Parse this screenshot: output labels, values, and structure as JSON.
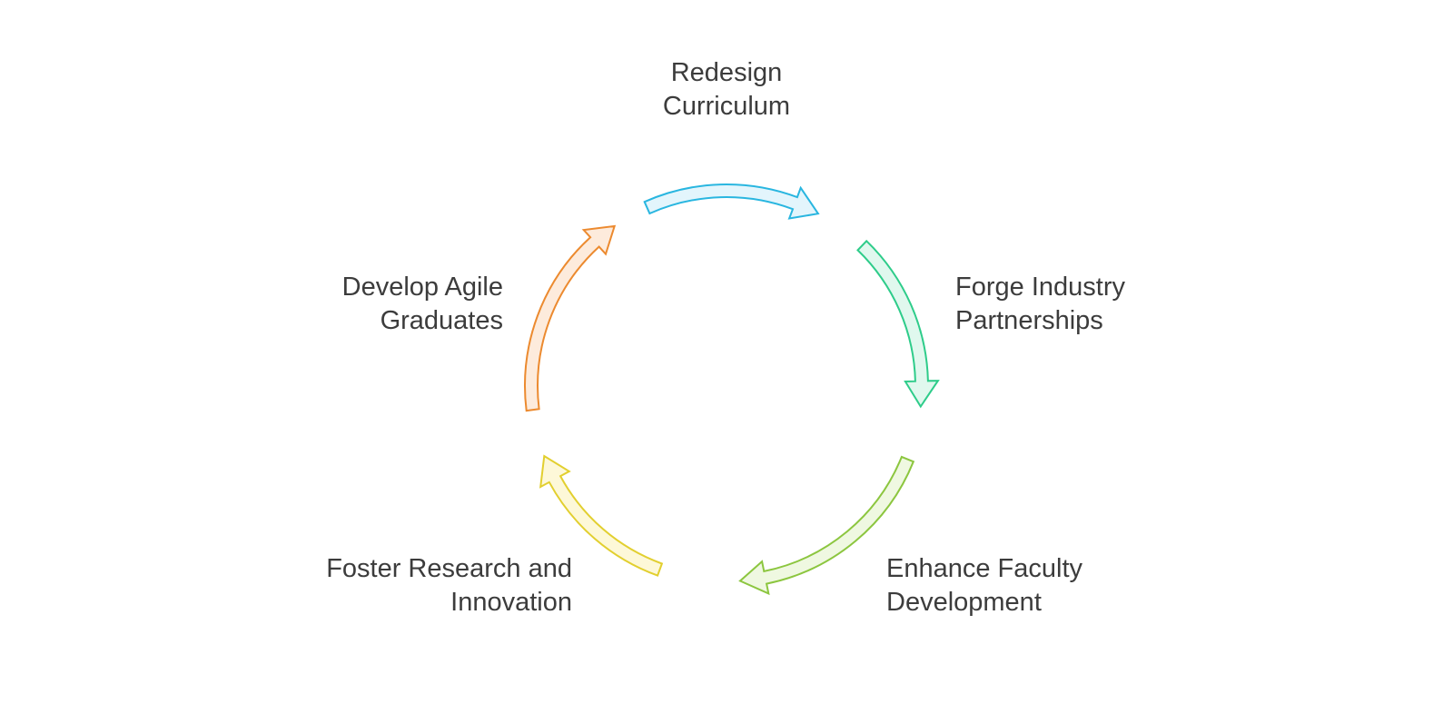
{
  "steps": [
    {
      "lines": [
        "Redesign",
        "Curriculum"
      ],
      "stroke": "#29b6e0",
      "fill": "#e3f5fc"
    },
    {
      "lines": [
        "Forge Industry",
        "Partnerships"
      ],
      "stroke": "#2ecc8a",
      "fill": "#e0f8ee"
    },
    {
      "lines": [
        "Enhance Faculty",
        "Development"
      ],
      "stroke": "#8cc63f",
      "fill": "#eff8e1"
    },
    {
      "lines": [
        "Foster Research and",
        "Innovation"
      ],
      "stroke": "#e2cf2f",
      "fill": "#fdf8d8"
    },
    {
      "lines": [
        "Develop Agile",
        "Graduates"
      ],
      "stroke": "#ec8a2f",
      "fill": "#fdebdc"
    }
  ]
}
